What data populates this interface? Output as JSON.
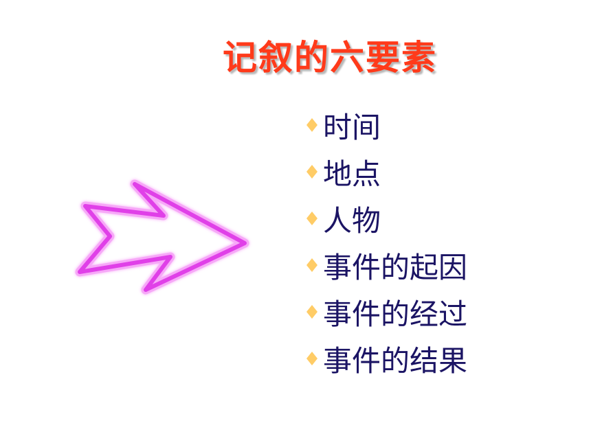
{
  "slide": {
    "title": "记叙的六要素",
    "items": [
      "时间",
      "地点",
      "人物",
      "事件的起因",
      "事件的经过",
      "事件的结果"
    ],
    "colors": {
      "title": "#ff3a1a",
      "items": "#1b1464",
      "bullet": "#ffcc66",
      "arrow": "#e040e8"
    },
    "icons": {
      "bullet": "diamond-bullet-icon",
      "decoration": "arrow-right-icon"
    }
  }
}
